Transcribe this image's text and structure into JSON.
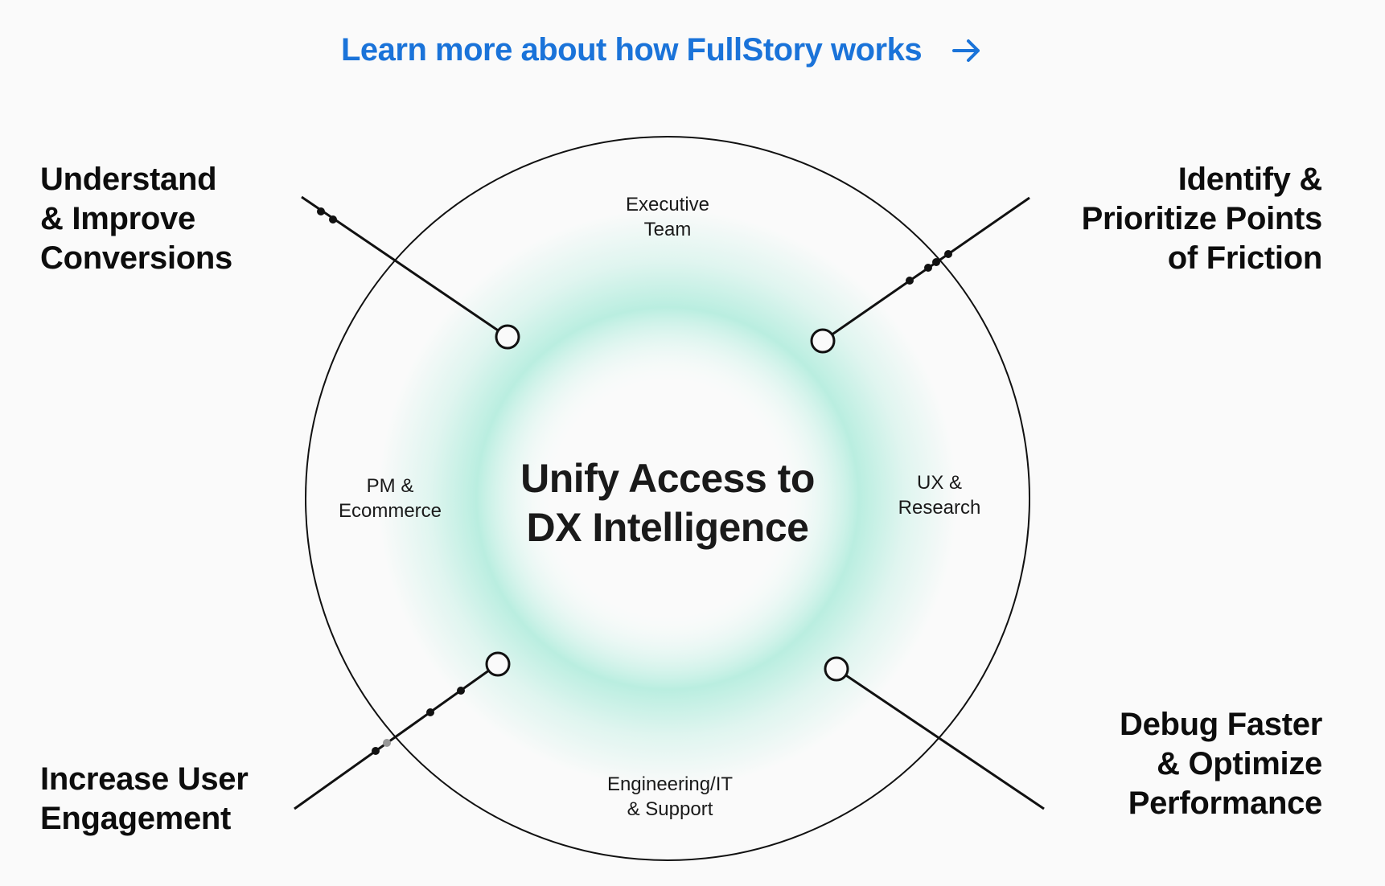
{
  "header": {
    "link_label": "Learn more about how FullStory works",
    "link_icon": "arrow-right-icon",
    "link_color": "#1a73d9"
  },
  "diagram": {
    "center_title": "Unify Access to\nDX Intelligence",
    "glow_color": "#8fe6cf",
    "teams": {
      "top": "Executive\nTeam",
      "left": "PM &\nEcommerce",
      "right": "UX &\nResearch",
      "bottom": "Engineering/IT\n& Support"
    },
    "outcomes": {
      "top_left": "Understand\n& Improve\nConversions",
      "top_right": "Identify &\nPrioritize Points\nof Friction",
      "bottom_left": "Increase User\nEngagement",
      "bottom_right": "Debug Faster\n& Optimize\nPerformance"
    }
  }
}
